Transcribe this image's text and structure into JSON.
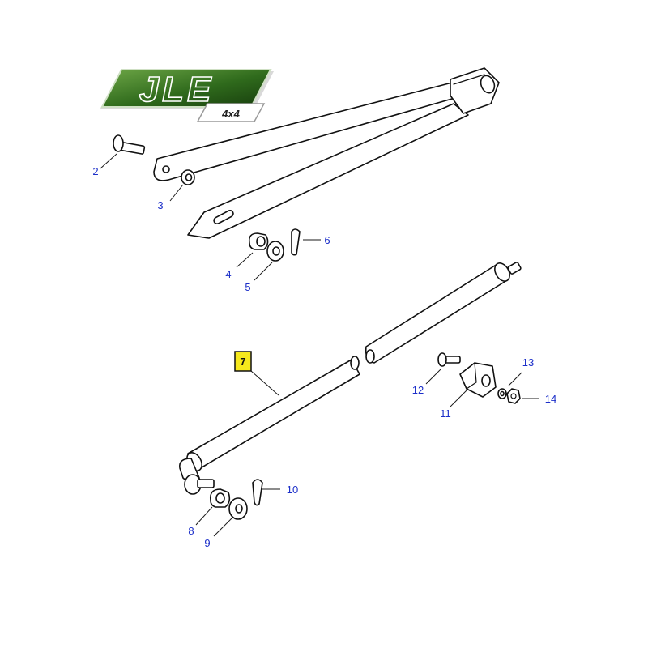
{
  "logo": {
    "brand": "JLE",
    "sub": "4x4",
    "colors": {
      "panel_dark": "#1f4a14",
      "panel_light": "#5f9a3c",
      "sub_box": "#ffffff"
    }
  },
  "callouts": [
    {
      "id": "2",
      "label": "2",
      "highlighted": false
    },
    {
      "id": "3",
      "label": "3",
      "highlighted": false
    },
    {
      "id": "4",
      "label": "4",
      "highlighted": false
    },
    {
      "id": "5",
      "label": "5",
      "highlighted": false
    },
    {
      "id": "6",
      "label": "6",
      "highlighted": false
    },
    {
      "id": "7",
      "label": "7",
      "highlighted": true
    },
    {
      "id": "8",
      "label": "8",
      "highlighted": false
    },
    {
      "id": "9",
      "label": "9",
      "highlighted": false
    },
    {
      "id": "10",
      "label": "10",
      "highlighted": false
    },
    {
      "id": "11",
      "label": "11",
      "highlighted": false
    },
    {
      "id": "12",
      "label": "12",
      "highlighted": false
    },
    {
      "id": "13",
      "label": "13",
      "highlighted": false
    },
    {
      "id": "14",
      "label": "14",
      "highlighted": false
    }
  ],
  "colors": {
    "callout_text": "#1c2fc9",
    "highlight_fill": "#f5e81c",
    "highlight_border": "#111111",
    "line": "#111111"
  }
}
